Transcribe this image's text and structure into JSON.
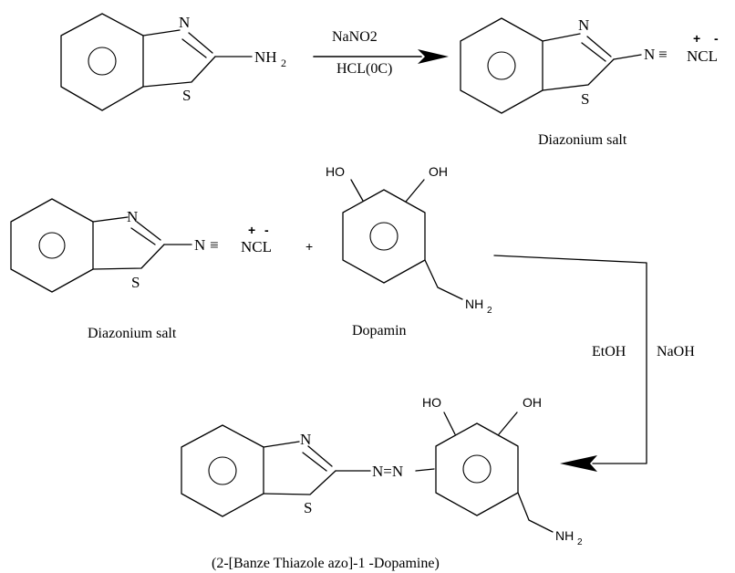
{
  "step1": {
    "reagent_top": "NaNO2",
    "reagent_bottom": "HCL(0C)",
    "reactant_amine": "NH",
    "reactant_amine_sub": "2"
  },
  "atoms": {
    "N": "N",
    "S": "S",
    "N_eq_N": "N",
    "triple": "≡",
    "NCL": "NCL",
    "plus_charge": "+",
    "minus_charge": "-",
    "OH": "OH",
    "HO": "HO",
    "NH2_main": "NH",
    "NH2_sub": "2",
    "azo": "N=N"
  },
  "labels": {
    "diazonium_top": "Diazonium salt",
    "diazonium_left": "Diazonium salt",
    "dopamin": "Dopamin",
    "plus": "+",
    "etoh": "EtOH",
    "naoh": "NaOH",
    "product": "(2-[Banze Thiazole  azo]-1 -Dopamine)"
  }
}
